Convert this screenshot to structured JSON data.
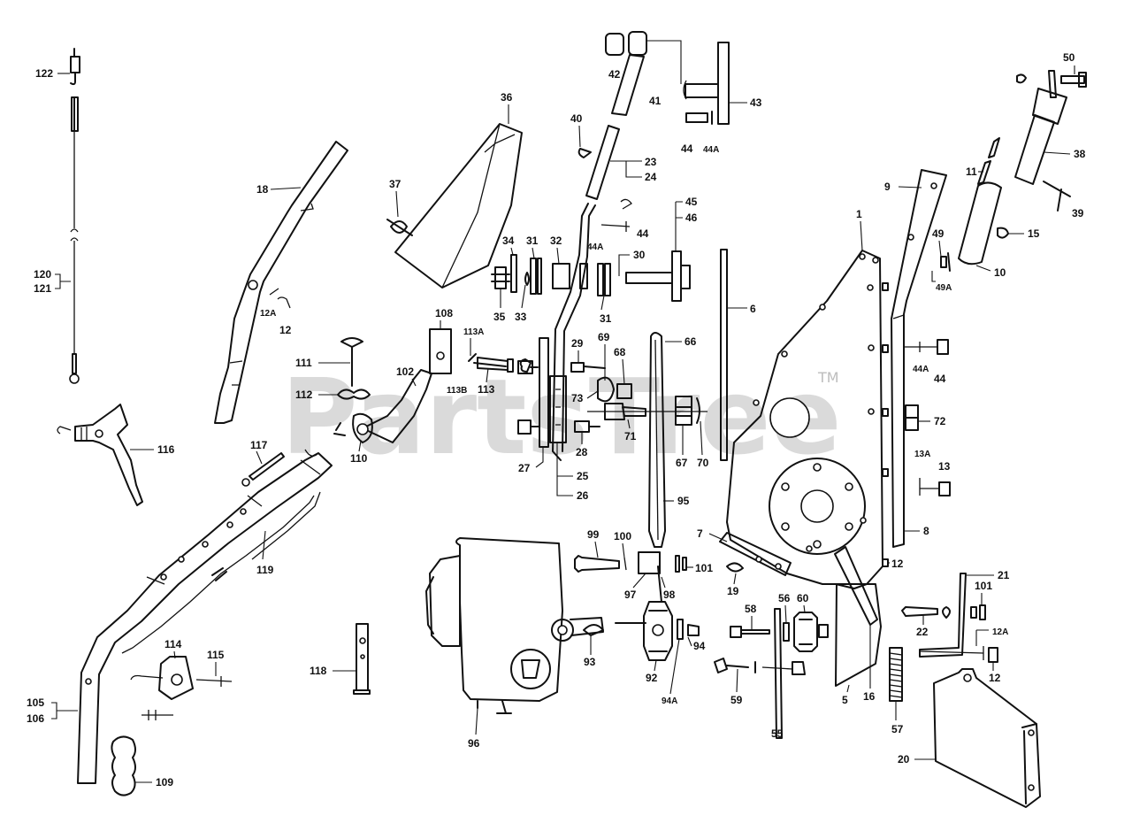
{
  "watermark": {
    "text": "PartsTree",
    "trademark": "TM"
  },
  "callouts": {
    "c1": "1",
    "c5": "5",
    "c6": "6",
    "c7": "7",
    "c8": "8",
    "c9": "9",
    "c10": "10",
    "c11": "11",
    "c12a": "12",
    "c12b": "12",
    "c12c": "12",
    "c12A_a": "12A",
    "c12A_b": "12A",
    "c13": "13",
    "c13A": "13A",
    "c15": "15",
    "c16": "16",
    "c18": "18",
    "c19": "19",
    "c20": "20",
    "c21": "21",
    "c22": "22",
    "c23": "23",
    "c24": "24",
    "c25": "25",
    "c26": "26",
    "c27": "27",
    "c28": "28",
    "c29": "29",
    "c30": "30",
    "c31a": "31",
    "c31b": "31",
    "c32": "32",
    "c33": "33",
    "c34": "34",
    "c35": "35",
    "c36": "36",
    "c37": "37",
    "c38": "38",
    "c39": "39",
    "c40": "40",
    "c41": "41",
    "c42": "42",
    "c43": "43",
    "c44a": "44",
    "c44b": "44",
    "c44c": "44",
    "c44A_a": "44A",
    "c44A_b": "44A",
    "c44A_c": "44A",
    "c45": "45",
    "c46": "46",
    "c49": "49",
    "c49A": "49A",
    "c50": "50",
    "c55": "55",
    "c56": "56",
    "c57": "57",
    "c58": "58",
    "c59": "59",
    "c60": "60",
    "c66": "66",
    "c67": "67",
    "c68": "68",
    "c69": "69",
    "c70": "70",
    "c71": "71",
    "c72": "72",
    "c73": "73",
    "c92": "92",
    "c93": "93",
    "c94": "94",
    "c94A": "94A",
    "c95": "95",
    "c96": "96",
    "c97": "97",
    "c98": "98",
    "c99": "99",
    "c100": "100",
    "c101a": "101",
    "c101b": "101",
    "c102": "102",
    "c105": "105",
    "c106": "106",
    "c108": "108",
    "c109": "109",
    "c110": "110",
    "c111": "111",
    "c112": "112",
    "c113": "113",
    "c113A": "113A",
    "c113B": "113B",
    "c114": "114",
    "c115": "115",
    "c116": "116",
    "c117": "117",
    "c118": "118",
    "c119": "119",
    "c120": "120",
    "c121": "121",
    "c122": "122"
  },
  "colors": {
    "ink": "#111111",
    "watermark": "#bdbdbd",
    "background": "#ffffff"
  }
}
